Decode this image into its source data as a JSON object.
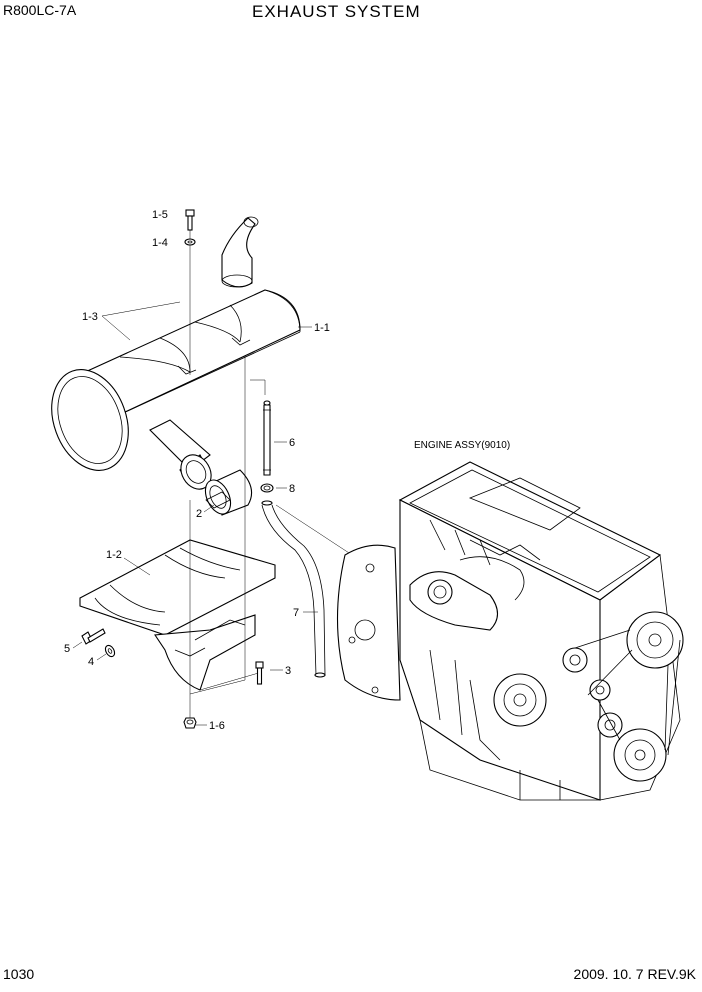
{
  "header": {
    "model": "R800LC-7A",
    "title": "EXHAUST SYSTEM"
  },
  "footer": {
    "page_number": "1030",
    "revision": "2009. 10. 7  REV.9K"
  },
  "callouts": {
    "c1_1": "1-1",
    "c1_2": "1-2",
    "c1_3": "1-3",
    "c1_4": "1-4",
    "c1_5": "1-5",
    "c1_6": "1-6",
    "c2": "2",
    "c3": "3",
    "c4": "4",
    "c5": "5",
    "c6": "6",
    "c7": "7",
    "c8": "8",
    "engine": "ENGINE ASSY(9010)"
  }
}
